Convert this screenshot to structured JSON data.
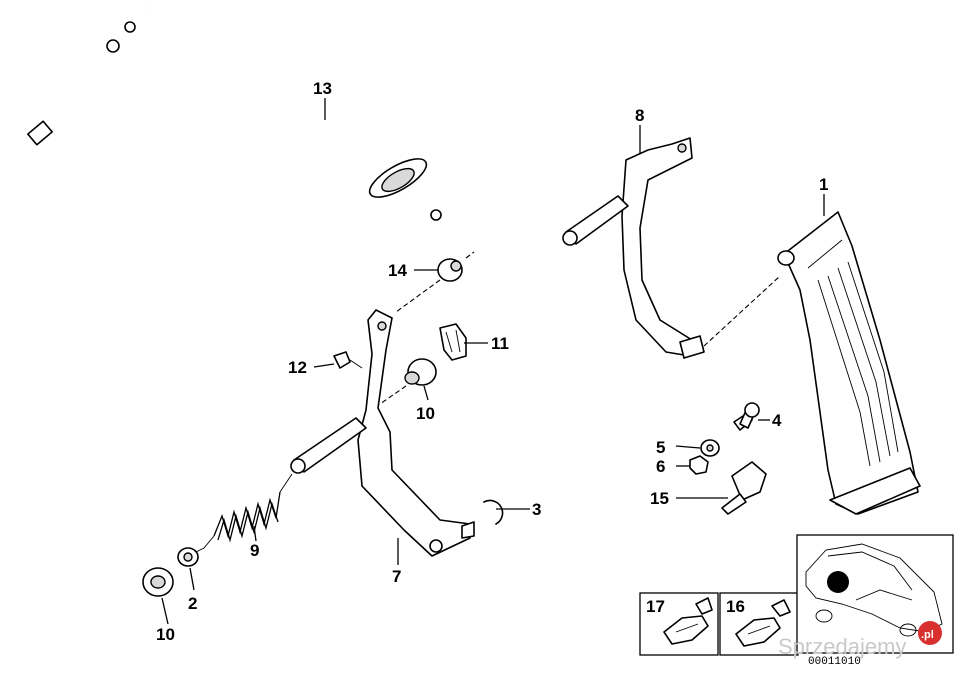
{
  "diagram": {
    "labels": [
      "13",
      "8",
      "1",
      "14",
      "11",
      "12",
      "10",
      "4",
      "5",
      "6",
      "15",
      "3",
      "9",
      "7",
      "2",
      "10",
      "17",
      "16"
    ],
    "reference_code": "00011010",
    "watermark": "Sprzedajemy",
    "watermark_badge": ".pl"
  }
}
